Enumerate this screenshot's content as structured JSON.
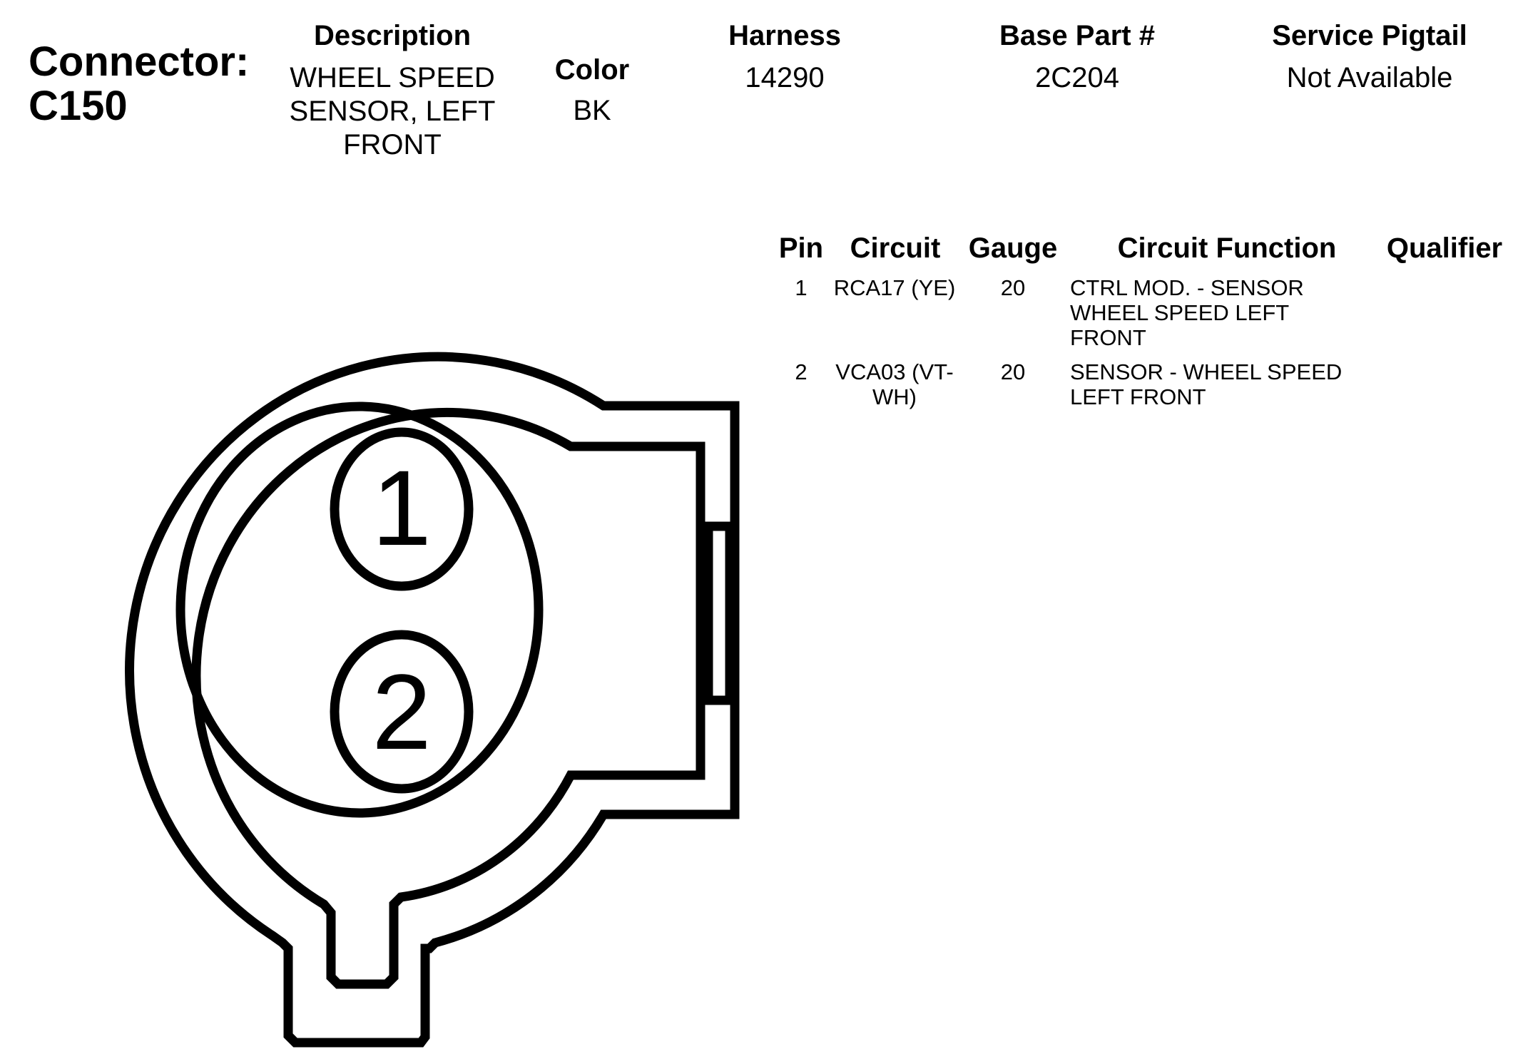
{
  "connector": {
    "title_line1": "Connector:",
    "title_line2": "C150"
  },
  "header": {
    "description_label": "Description",
    "description_value": "WHEEL SPEED SENSOR, LEFT FRONT",
    "color_label": "Color",
    "color_value": "BK",
    "harness_label": "Harness",
    "harness_value": "14290",
    "base_part_label": "Base Part #",
    "base_part_value": "2C204",
    "pigtail_label": "Service Pigtail",
    "pigtail_value": "Not Available"
  },
  "pin_table": {
    "headers": [
      "Pin",
      "Circuit",
      "Gauge",
      "Circuit Function",
      "Qualifier"
    ],
    "rows": [
      {
        "pin": "1",
        "circuit": "RCA17 (YE)",
        "gauge": "20",
        "function": "CTRL MOD. - SENSOR WHEEL SPEED LEFT FRONT",
        "qualifier": ""
      },
      {
        "pin": "2",
        "circuit": "VCA03 (VT-WH)",
        "gauge": "20",
        "function": "SENSOR - WHEEL SPEED LEFT FRONT",
        "qualifier": ""
      }
    ]
  },
  "diagram": {
    "pin_labels": [
      "1",
      "2"
    ],
    "stroke_color": "#000000",
    "background_color": "#ffffff"
  }
}
